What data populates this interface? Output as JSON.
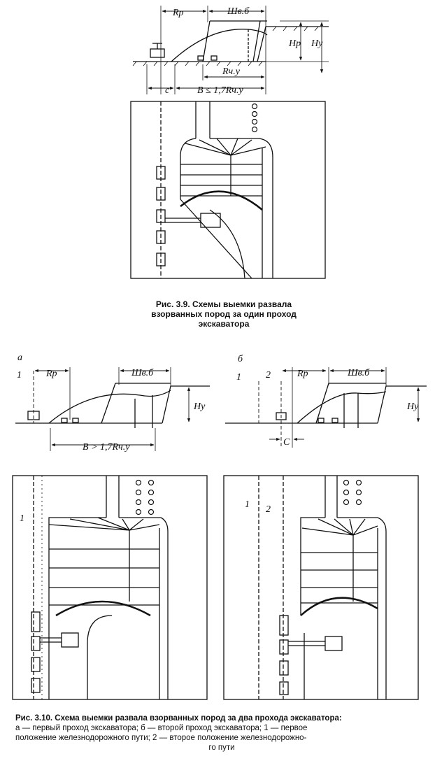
{
  "fig39": {
    "labels": {
      "rp": "Rр",
      "shvb": "Шв.б",
      "hp": "Hр",
      "hu": "Hу",
      "rchu": "Rч.у",
      "c": "с",
      "b_formula": "B ≤ 1,7Rч.у"
    },
    "caption_lines": [
      "Рис. 3.9. Схемы выемки развала",
      "взорванных пород за один проход",
      "экскаватора"
    ]
  },
  "fig310": {
    "panel_a": {
      "letter": "а",
      "track1": "1",
      "rp": "Rр",
      "shvb": "Шв.б",
      "hu": "Hу",
      "b_formula": "B > 1,7Rч.у"
    },
    "panel_b": {
      "letter": "б",
      "track1": "1",
      "track2": "2",
      "rp": "Rр",
      "shvb": "Шв.б",
      "hu": "Hу",
      "c": "C"
    },
    "plan_a": {
      "track1": "1"
    },
    "plan_b": {
      "track1": "1",
      "track2": "2"
    },
    "caption_lines": [
      "Рис. 3.10. Схема выемки развала взорванных пород за два прохода экскаватора:",
      "а — первый проход экскаватора; б — второй проход экскаватора; 1 — первое",
      "положение железнодорожного пути; 2 — второе положение железнодорожно-",
      "го пути"
    ]
  }
}
